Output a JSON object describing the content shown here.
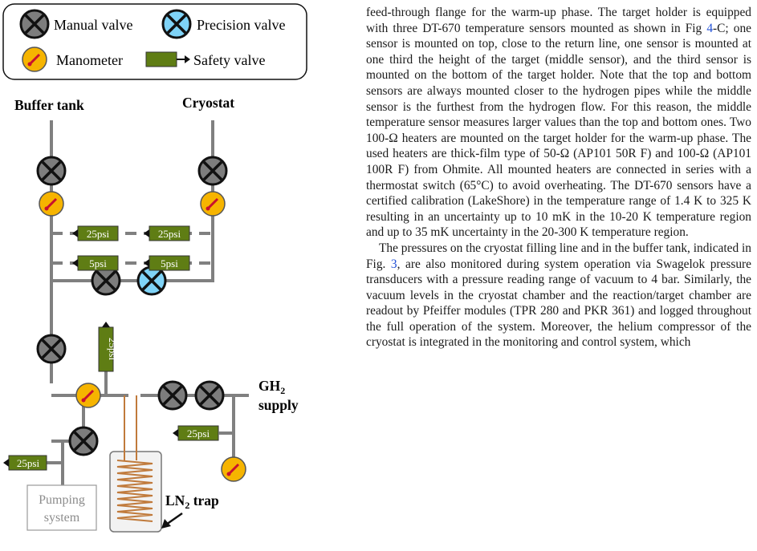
{
  "legend": {
    "manual_valve": "Manual valve",
    "precision_valve": "Precision valve",
    "manometer": "Manometer",
    "safety_valve": "Safety valve"
  },
  "labels": {
    "buffer_tank": "Buffer tank",
    "cryostat": "Cryostat",
    "gh2_main": "GH",
    "gh2_sub": "2",
    "supply": "supply",
    "ln2_main": "LN",
    "ln2_sub": "2",
    "ln2_rest": " trap",
    "pumping_line1": "Pumping",
    "pumping_line2": "system",
    "psi25": "25psi",
    "psi5": "5psi"
  },
  "colors": {
    "pipe": "#808080",
    "valve_fill": "#7d7d7d",
    "precision_fill": "#7fd3f7",
    "manometer_fill": "#f6b400",
    "needle": "#c8102e",
    "safety_fill": "#5f7d14",
    "coil": "#c07a3b",
    "link": "#1f4fd6"
  },
  "text": {
    "p1_a": "feed-through flange for the warm-up phase. The target holder is equipped with three DT-670 temperature sensors mounted as shown in Fig ",
    "p1_ref": "4",
    "p1_b": "-C; one sensor is mounted on top, close to the return line, one sensor is mounted at one third the height of the target (middle sensor), and the third sensor is mounted on the bottom of the target holder. Note that the top and bottom sensors are always mounted closer to the hydrogen pipes while the middle sensor is the furthest from the hydrogen flow. For this reason, the middle temperature sensor measures larger values than the top and bottom ones. Two 100-Ω heaters are mounted on the target holder for the warm-up phase. The used heaters are thick-film type of 50-Ω (AP101 50R F) and 100-Ω (AP101 100R F) from Ohmite. All mounted heaters are connected in series with a thermostat switch (65°C) to avoid overheating. The DT-670 sensors have a certified calibration (LakeShore) in the temperature range of 1.4 K to 325 K resulting in an uncertainty up to 10 mK in the 10-20 K temperature region and up to 35 mK uncertainty in the 20-300 K temperature region.",
    "p2_a": "The pressures on the cryostat filling line and in the buffer tank, indicated in Fig. ",
    "p2_ref": "3",
    "p2_b": ", are also monitored during system operation via Swagelok pressure transducers with a pressure reading range of vacuum to 4 bar. Similarly, the vacuum levels in the cryostat chamber and the reaction/target chamber are readout by Pfeiffer modules (TPR 280 and PKR 361) and logged throughout the full operation of the system. Moreover, the helium compressor of the cryostat is integrated in the monitoring and control system, which"
  }
}
